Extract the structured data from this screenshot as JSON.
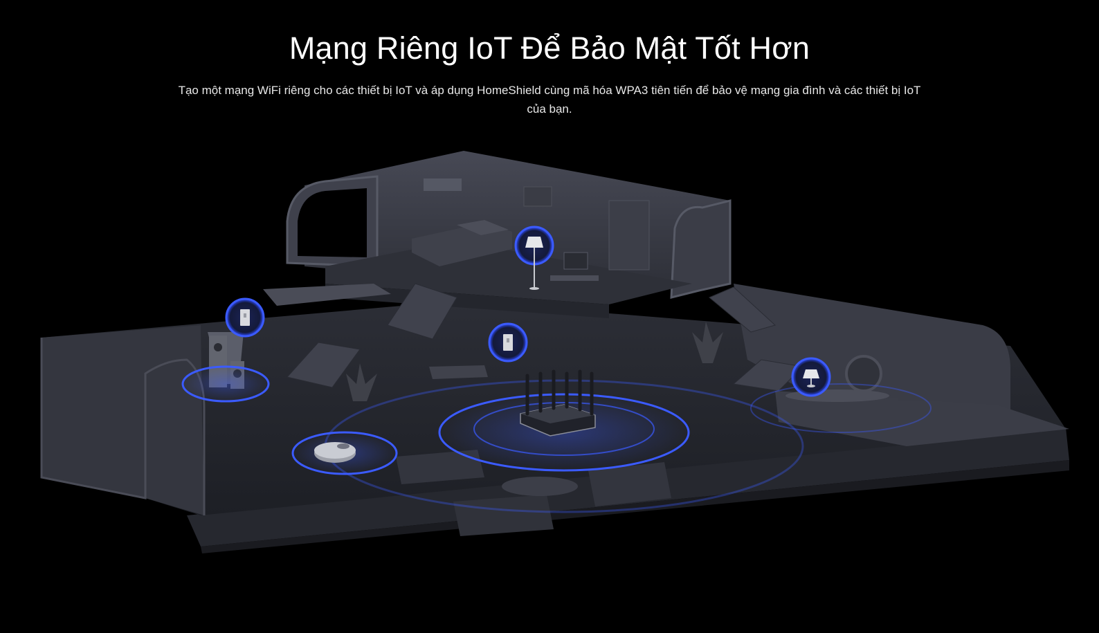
{
  "header": {
    "title": "Mạng Riêng IoT Để Bảo Mật Tốt Hơn",
    "subtitle": "Tạo một mạng WiFi riêng cho các thiết bị IoT và áp dụng HomeShield cùng mã hóa WPA3 tiên tiến để bảo vệ mạng gia đình và các thiết bị IoT của bạn."
  },
  "illustration": {
    "subject": "house-cutaway",
    "devices": [
      "router-icon",
      "robot-vacuum-icon",
      "floor-lamp-icon",
      "table-lamp-icon",
      "light-switch-icon",
      "light-switch-icon",
      "speaker-icon"
    ],
    "colors": {
      "background": "#000000",
      "house_wall": "#3a3c45",
      "house_floor": "#2a2c33",
      "signal_ring": "#3b5bff",
      "badge_fill": "#1c2240"
    }
  }
}
